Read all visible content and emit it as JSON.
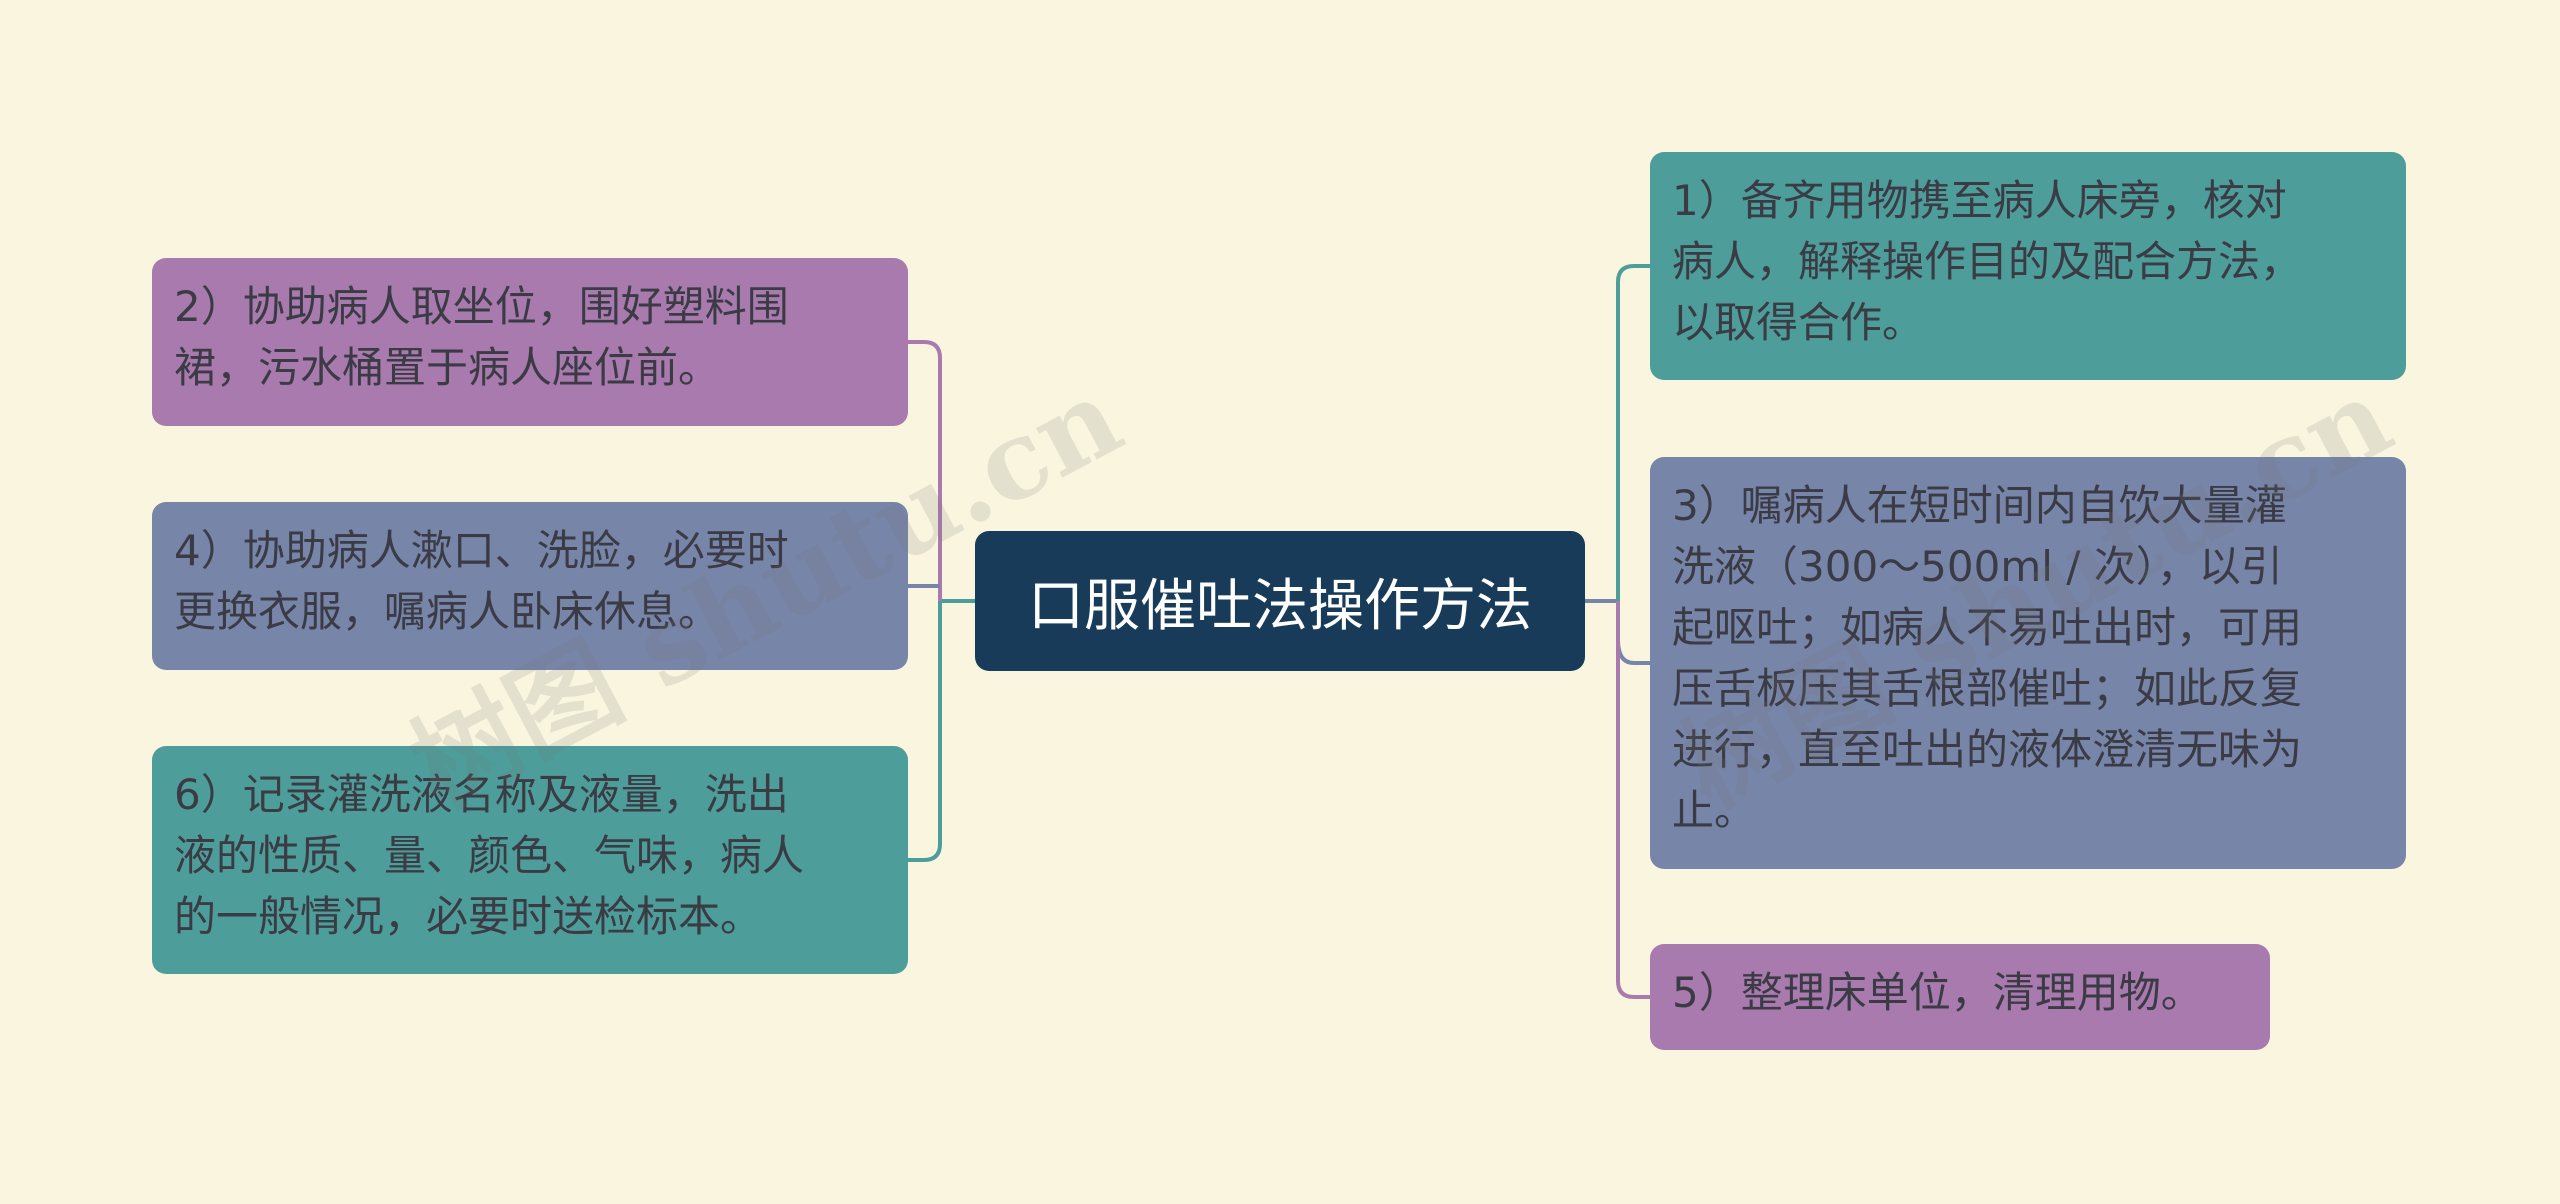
{
  "center": {
    "label": "口服催吐法操作方法",
    "color": "#183b5a"
  },
  "nodes": [
    {
      "id": "n1",
      "text": "1）备齐用物携至病人床旁，核对\n病人，解释操作目的及配合方法，\n以取得合作。",
      "color": "#4d9e9b"
    },
    {
      "id": "n2",
      "text": "2）协助病人取坐位，围好塑料围\n裙，污水桶置于病人座位前。",
      "color": "#a97aad"
    },
    {
      "id": "n3",
      "text": "3）嘱病人在短时间内自饮大量灌\n洗液（300～500ml / 次），以引\n起呕吐；如病人不易吐出时，可用\n压舌板压其舌根部催吐；如此反复\n进行，直至吐出的液体澄清无味为\n止。",
      "color": "#7785a8"
    },
    {
      "id": "n4",
      "text": "4）协助病人漱口、洗脸，必要时\n更换衣服，嘱病人卧床休息。",
      "color": "#7785a8"
    },
    {
      "id": "n5",
      "text": "5）整理床单位，清理用物。",
      "color": "#a97aad"
    },
    {
      "id": "n6",
      "text": "6）记录灌洗液名称及液量，洗出\n液的性质、量、颜色、气味，病人\n的一般情况，必要时送检标本。",
      "color": "#4d9e9b"
    }
  ],
  "watermark": "树图 shutu.cn"
}
